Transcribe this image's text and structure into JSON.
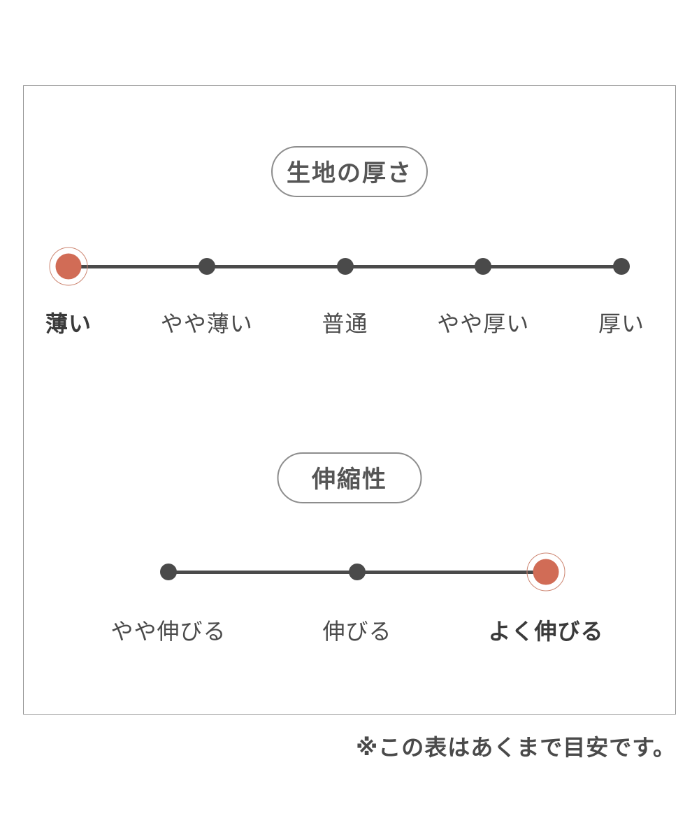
{
  "colors": {
    "accent": "#d16c56",
    "accent_ring": "#cd8672",
    "line": "#4a4a4a",
    "text": "#4a4a4a",
    "box_border": "#979797"
  },
  "sections": [
    {
      "title": "生地の厚さ",
      "options": [
        {
          "label": "薄い",
          "selected": true
        },
        {
          "label": "やや薄い",
          "selected": false
        },
        {
          "label": "普通",
          "selected": false
        },
        {
          "label": "やや厚い",
          "selected": false
        },
        {
          "label": "厚い",
          "selected": false
        }
      ]
    },
    {
      "title": "伸縮性",
      "options": [
        {
          "label": "やや伸びる",
          "selected": false
        },
        {
          "label": "伸びる",
          "selected": false
        },
        {
          "label": "よく伸びる",
          "selected": true
        }
      ]
    }
  ],
  "footnote": "※この表はあくまで目安です。"
}
